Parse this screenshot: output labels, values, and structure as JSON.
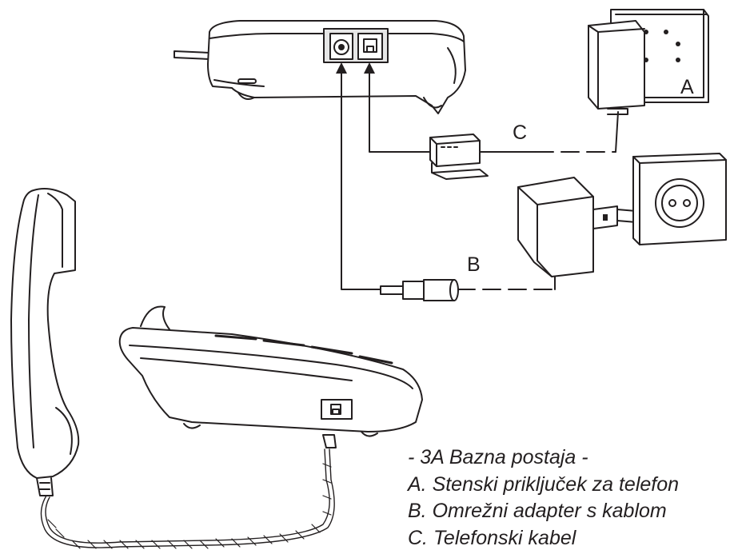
{
  "labels": {
    "a": "A",
    "b": "B",
    "c": "C"
  },
  "legend": {
    "title": "- 3A Bazna postaja -",
    "item_a": "A. Stenski priključek za telefon",
    "item_b": "B. Omrežni adapter s kablom",
    "item_c": "C. Telefonski kabel"
  },
  "colors": {
    "ink": "#231f20",
    "fill": "#ffffff",
    "panel": "#e6e6e6"
  }
}
